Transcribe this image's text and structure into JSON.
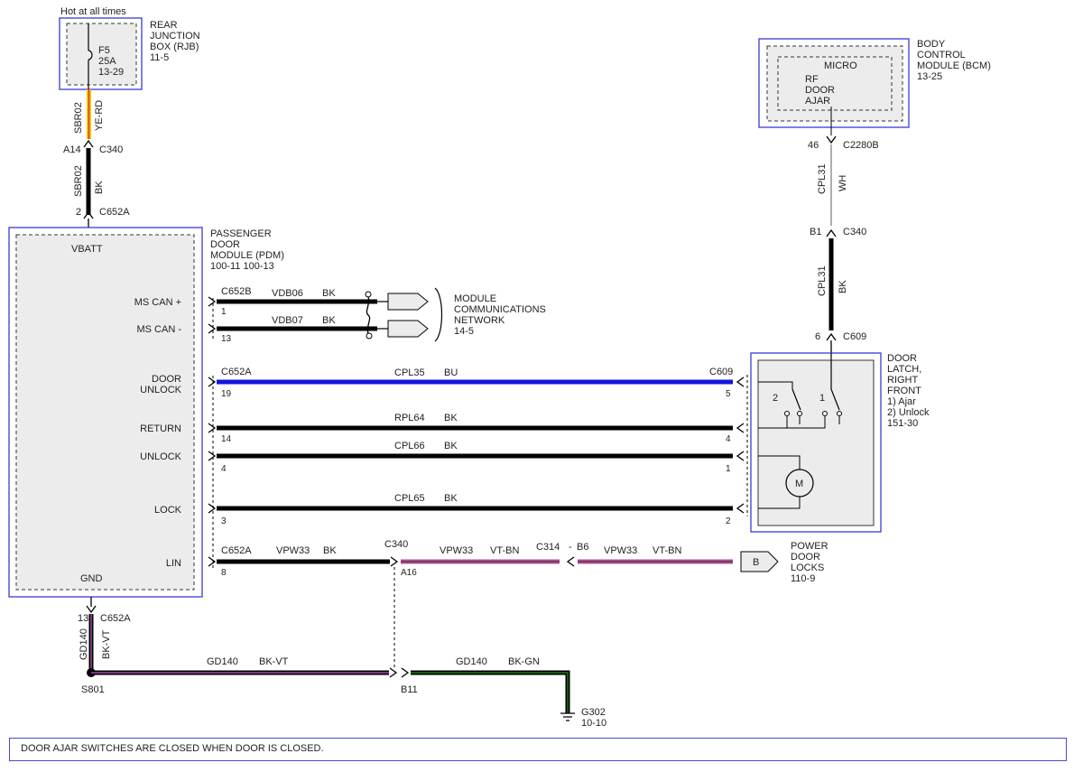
{
  "header": {
    "hot_note": "Hot at all times"
  },
  "rjb": {
    "title_lines": [
      "REAR",
      "JUNCTION",
      "BOX (RJB)",
      "11-5"
    ],
    "fuse_lines": [
      "F5",
      "25A",
      "13-29"
    ]
  },
  "bcm": {
    "title_lines": [
      "BODY",
      "CONTROL",
      "MODULE (BCM)",
      "13-25"
    ],
    "micro": "MICRO",
    "rf_lines": [
      "RF",
      "DOOR",
      "AJAR"
    ]
  },
  "pdm": {
    "title_lines": [
      "PASSENGER",
      "DOOR",
      "MODULE (PDM)",
      "100-11  100-13"
    ],
    "vbatt": "VBATT",
    "gnd": "GND",
    "pins": {
      "ms_can_plus": "MS CAN +",
      "ms_can_minus": "MS CAN -",
      "door_unlock_1": "DOOR",
      "door_unlock_2": "UNLOCK",
      "return": "RETURN",
      "unlock": "UNLOCK",
      "lock": "LOCK",
      "lin": "LIN"
    }
  },
  "door_latch": {
    "title_lines": [
      "DOOR",
      "LATCH,",
      "RIGHT",
      "FRONT",
      "1) Ajar",
      "2) Unlock",
      "151-30"
    ],
    "switch_1": "1",
    "switch_2": "2",
    "motor": "M"
  },
  "network": {
    "lines": [
      "MODULE",
      "COMMUNICATIONS",
      "NETWORK",
      "14-5"
    ]
  },
  "power_locks": {
    "lines": [
      "POWER",
      "DOOR",
      "LOCKS",
      "110-9"
    ],
    "tag": "B"
  },
  "ground": {
    "name": "G302",
    "ref": "10-10"
  },
  "splice": {
    "name": "S801"
  },
  "wires": {
    "sbr02_top": {
      "circuit": "SBR02",
      "color": "YE-RD"
    },
    "sbr02_bot": {
      "circuit": "SBR02",
      "color": "BK"
    },
    "cpl31_top": {
      "circuit": "CPL31",
      "color": "WH"
    },
    "cpl31_bot": {
      "circuit": "CPL31",
      "color": "BK"
    },
    "vdb06": {
      "circuit": "VDB06",
      "color": "BK"
    },
    "vdb07": {
      "circuit": "VDB07",
      "color": "BK"
    },
    "cpl35": {
      "circuit": "CPL35",
      "color": "BU"
    },
    "rpl64": {
      "circuit": "RPL64",
      "color": "BK"
    },
    "cpl66": {
      "circuit": "CPL66",
      "color": "BK"
    },
    "cpl65": {
      "circuit": "CPL65",
      "color": "BK"
    },
    "vpw33_a": {
      "circuit": "VPW33",
      "color": "BK"
    },
    "vpw33_b": {
      "circuit": "VPW33",
      "color": "VT-BN"
    },
    "vpw33_c": {
      "circuit": "VPW33",
      "color": "VT-BN"
    },
    "gd140_vert": {
      "circuit": "GD140",
      "color": "BK-VT"
    },
    "gd140_h1": {
      "circuit": "GD140",
      "color": "BK-VT"
    },
    "gd140_h2": {
      "circuit": "GD140",
      "color": "BK-GN"
    }
  },
  "connectors": {
    "a14": "A14",
    "c340_top": "C340",
    "pin2": "2",
    "c652a_top": "C652A",
    "pin46": "46",
    "c2280b": "C2280B",
    "b1": "B1",
    "c340_right": "C340",
    "pin6": "6",
    "c609_top": "C609",
    "c652b": "C652B",
    "p1": "1",
    "p13": "13",
    "c652a_mid": "C652A",
    "p19": "19",
    "c609_mid": "C609",
    "p5": "5",
    "p14": "14",
    "p4r": "4",
    "p4l": "4",
    "p1r": "1",
    "p3": "3",
    "p2r": "2",
    "c652a_lin": "C652A",
    "p8": "8",
    "c340_lin": "C340",
    "a16": "A16",
    "c314": "C314",
    "dash": "-",
    "b6": "B6",
    "p13_gnd": "13",
    "c652a_gnd": "C652A",
    "b11": "B11"
  },
  "footer": {
    "note": "DOOR AJAR SWITCHES ARE CLOSED WHEN DOOR IS CLOSED."
  },
  "colors": {
    "blue_outline": "#3a3ad6",
    "wire_black": "#000000",
    "wire_blue": "#1414e0",
    "wire_violet": "#b050b0",
    "wire_green": "#1a7a1a",
    "wire_yellow": "#f0c800",
    "wire_red": "#e03020",
    "module_fill": "#ececec"
  }
}
